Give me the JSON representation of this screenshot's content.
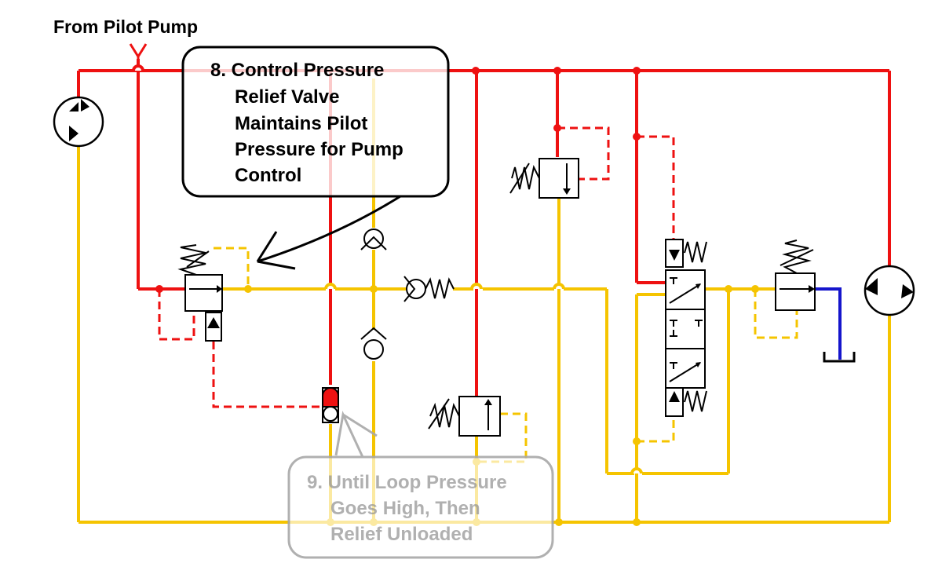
{
  "labels": {
    "source": "From Pilot Pump",
    "callout_main": [
      "8. Control Pressure",
      "Relief Valve",
      "Maintains Pilot",
      "Pressure for Pump",
      "Control"
    ],
    "callout_faded": [
      "9. Until Loop Pressure",
      "Goes High, Then",
      "Relief Unloaded"
    ]
  },
  "colors": {
    "pilot_pressure": "#ee1111",
    "charge_line": "#f5c400",
    "tank_line": "#1515cc",
    "component": "#000000",
    "faded": "#a8a8a8"
  }
}
